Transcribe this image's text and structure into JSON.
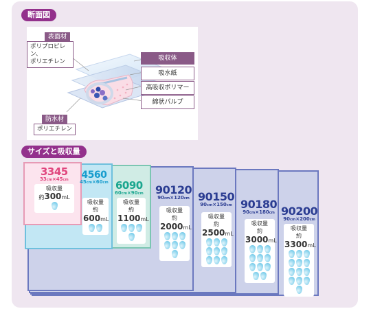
{
  "headings": {
    "cross_section": "断面図",
    "sizes": "サイズと吸収量"
  },
  "cross_section": {
    "surface_label": "表面材",
    "surface_material": "ポリプロピレン、\nポリエチレン",
    "waterproof_label": "防水材",
    "waterproof_material": "ポリエチレン",
    "absorber_label": "吸収体",
    "absorber_parts": [
      "吸水紙",
      "高吸収ポリマー",
      "綿状パルプ"
    ]
  },
  "sizes": [
    {
      "code": "3345",
      "w": "33",
      "h": "45",
      "unit": "cm",
      "caption": "吸収量",
      "prefix": "約",
      "amount": "300",
      "ml": "mL",
      "drops": 1,
      "color": "#e0457d",
      "fill": "#fce4ee",
      "border": "#e79ab5"
    },
    {
      "code": "4560",
      "w": "45",
      "h": "60",
      "unit": "cm",
      "caption": "吸収量",
      "prefix": "約",
      "amount": "600",
      "ml": "mL",
      "drops": 2,
      "color": "#179ccd",
      "fill": "#c2e7f4",
      "border": "#6ec0dd"
    },
    {
      "code": "6090",
      "w": "60",
      "h": "90",
      "unit": "cm",
      "caption": "吸収量",
      "prefix": "約",
      "amount": "1100",
      "ml": "mL",
      "drops": 4,
      "color": "#1aa68f",
      "fill": "#d0ece5",
      "border": "#7bc6b2"
    },
    {
      "code": "90120",
      "w": "90",
      "h": "120",
      "unit": "cm",
      "caption": "吸収量",
      "prefix": "約",
      "amount": "2000",
      "ml": "mL",
      "drops": 7,
      "color": "#2b3d92",
      "fill": "#cdd2ea",
      "border": "#6b78bf"
    },
    {
      "code": "90150",
      "w": "90",
      "h": "150",
      "unit": "cm",
      "caption": "吸収量",
      "prefix": "約",
      "amount": "2500",
      "ml": "mL",
      "drops": 9,
      "color": "#2b3d92",
      "fill": "#cdd2ea",
      "border": "#6b78bf"
    },
    {
      "code": "90180",
      "w": "90",
      "h": "180",
      "unit": "cm",
      "caption": "吸収量",
      "prefix": "約",
      "amount": "3000",
      "ml": "mL",
      "drops": 11,
      "color": "#2b3d92",
      "fill": "#cdd2ea",
      "border": "#6b78bf"
    },
    {
      "code": "90200",
      "w": "90",
      "h": "200",
      "unit": "cm",
      "caption": "吸収量",
      "prefix": "約",
      "amount": "3300",
      "ml": "mL",
      "drops": 13,
      "color": "#2b3d92",
      "fill": "#cdd2ea",
      "border": "#6b78bf"
    }
  ]
}
